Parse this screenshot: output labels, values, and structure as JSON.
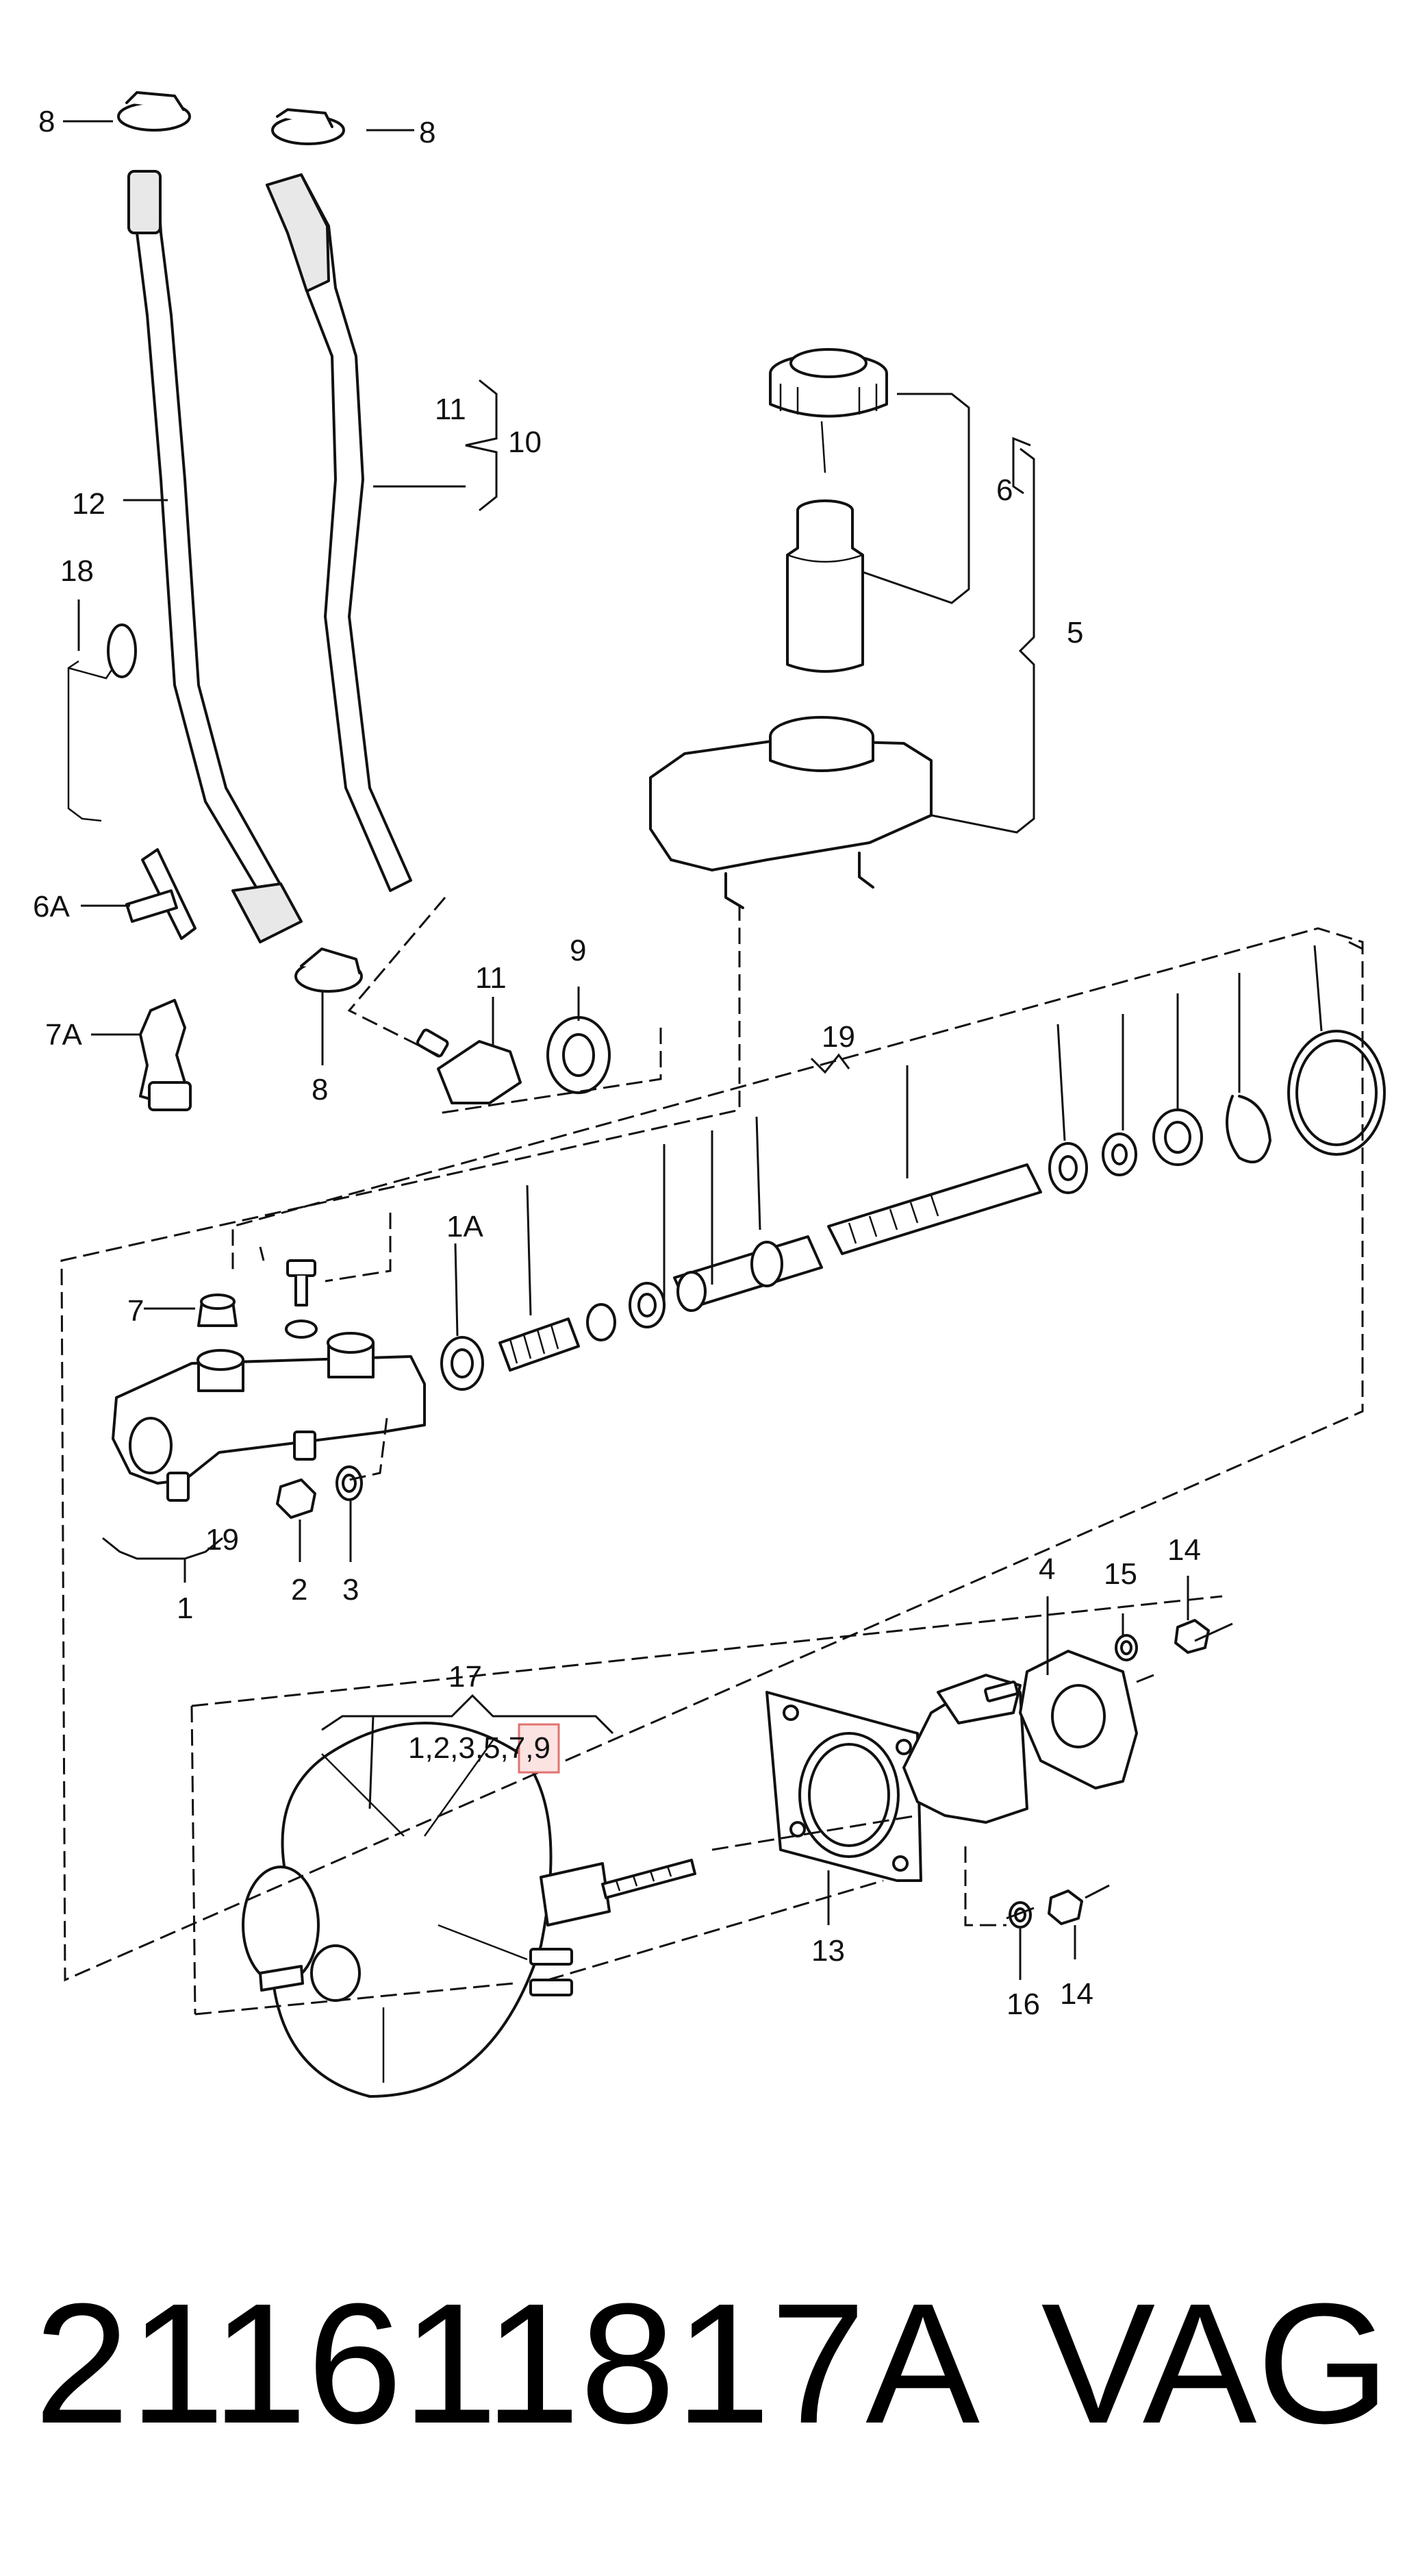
{
  "diagram": {
    "callouts": {
      "c8a": "8",
      "c8b": "8",
      "c11a": "11",
      "c10": "10",
      "c12": "12",
      "c18": "18",
      "c6": "6",
      "c5": "5",
      "c6a": "6A",
      "c7a": "7A",
      "c8c": "8",
      "c11b": "11",
      "c9": "9",
      "c19a": "19",
      "c1a": "1A",
      "c7": "7",
      "c19b": "19",
      "c1": "1",
      "c2": "2",
      "c3": "3",
      "c4": "4",
      "c15": "15",
      "c14a": "14",
      "c17": "17",
      "c13": "13",
      "c16": "16",
      "c14b": "14"
    },
    "kit_list": {
      "before": "1,2,3,5,",
      "highlight": "7",
      "after": ",9"
    },
    "highlight_color": "#e0736f"
  },
  "footer": {
    "part_number": "211611817A",
    "brand": "VAG"
  }
}
